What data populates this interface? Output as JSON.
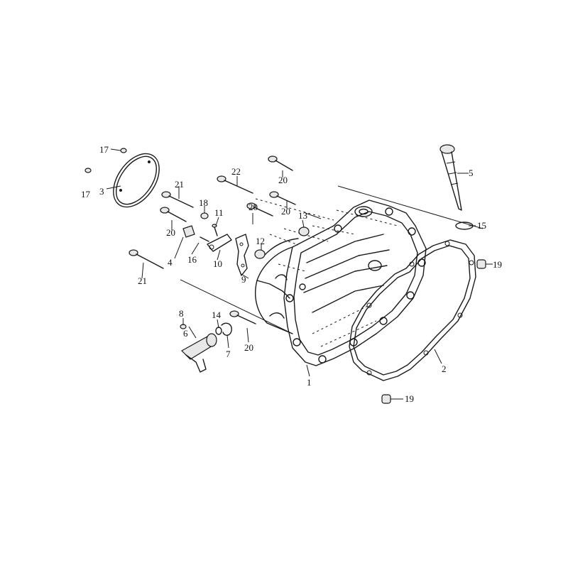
{
  "labels": {
    "p1": "1",
    "p2": "2",
    "p3": "3",
    "p4": "4",
    "p5": "5",
    "p6": "6",
    "p7": "7",
    "p8": "8",
    "p9": "9",
    "p10": "10",
    "p11": "11",
    "p12": "12",
    "p13": "13",
    "p14": "14",
    "p15": "15",
    "p16": "16",
    "p17a": "17",
    "p17b": "17",
    "p18": "18",
    "p19a": "19",
    "p19b": "19",
    "p20a": "20",
    "p20b": "20",
    "p20c": "20",
    "p20d": "20",
    "p20e": "20",
    "p21a": "21",
    "p21b": "21",
    "p22": "22"
  }
}
